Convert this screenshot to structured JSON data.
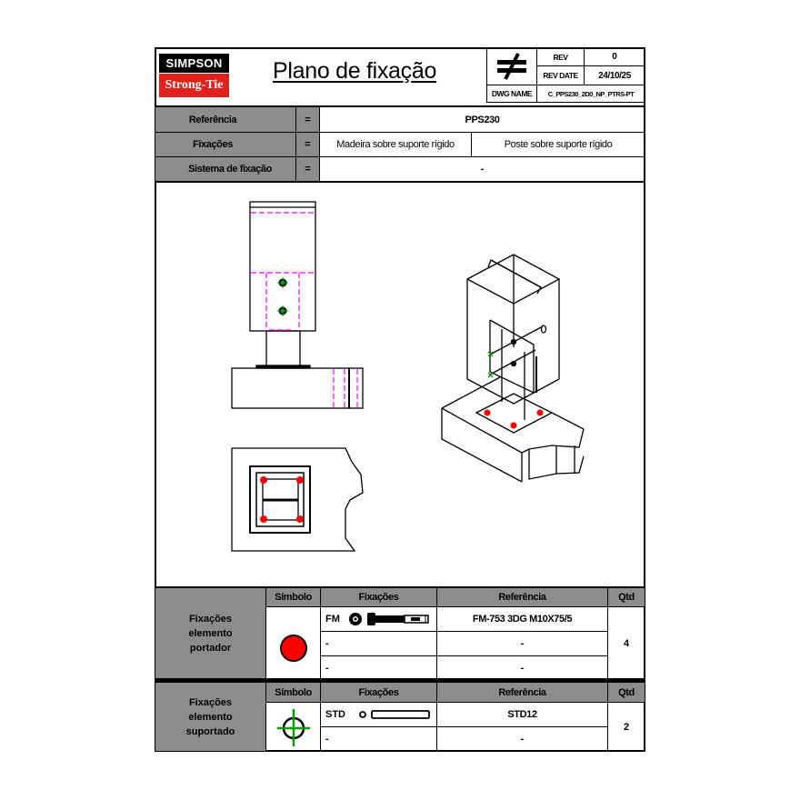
{
  "header": {
    "logo": {
      "top": "SIMPSON",
      "bottom": "Strong-Tie"
    },
    "title": "Plano de fixação",
    "symbol": "not-equal-icon",
    "rev_label": "REV",
    "rev_value": "0",
    "rev_date_label": "REV DATE",
    "rev_date_value": "24/10/25",
    "dwg_name_label": "DWG NAME",
    "dwg_name_value": "C_PPS230_2D0_NP_PTRS-PT"
  },
  "info": {
    "rows": [
      {
        "label": "Referência",
        "eq": "=",
        "values": [
          "PPS230"
        ]
      },
      {
        "label": "Fixações",
        "eq": "=",
        "values": [
          "Madeira sobre suporte rígido",
          "Poste sobre suporte rígido"
        ]
      },
      {
        "label": "Sistema de fixação",
        "eq": "=",
        "values": [
          "-"
        ]
      }
    ]
  },
  "drawing": {
    "views": [
      "front-elevation",
      "isometric-3d",
      "plan-view"
    ],
    "colors": {
      "line": "#000000",
      "hidden": "#ff00ff",
      "anchor": "#ff0000",
      "dowel": "#00a000"
    }
  },
  "sections": [
    {
      "label_lines": [
        "Fixações",
        "elemento",
        "portador"
      ],
      "headers": {
        "symbol": "Símbolo",
        "fixings": "Fixações",
        "reference": "Referência",
        "qty": "Qtd"
      },
      "symbol": "red-dot-icon",
      "rows": [
        {
          "code": "FM",
          "icon": "anchor-bolt-icon",
          "reference": "FM-753 3DG M10X75/5"
        },
        {
          "code": "-",
          "icon": "",
          "reference": "-"
        },
        {
          "code": "-",
          "icon": "",
          "reference": "-"
        }
      ],
      "qty": "4"
    },
    {
      "label_lines": [
        "Fixações",
        "elemento",
        "suportado"
      ],
      "headers": {
        "symbol": "Símbolo",
        "fixings": "Fixações",
        "reference": "Referência",
        "qty": "Qtd"
      },
      "symbol": "crosshair-circle-icon",
      "rows": [
        {
          "code": "STD",
          "icon": "dowel-pin-icon",
          "reference": "STD12"
        },
        {
          "code": "-",
          "icon": "",
          "reference": "-"
        }
      ],
      "qty": "2"
    }
  ]
}
